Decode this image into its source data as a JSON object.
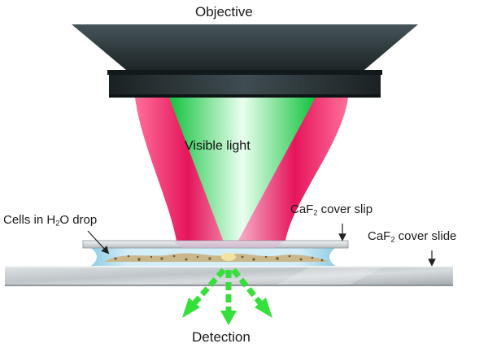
{
  "labels": {
    "objective": "Objective",
    "visible_light": "Visible light",
    "cells_prefix": "Cells in H",
    "cells_sub": "2",
    "cells_suffix": "O drop",
    "cover_slip_prefix": "CaF",
    "cover_slip_sub": "2",
    "cover_slip_suffix": " cover slip",
    "cover_slide_prefix": "CaF",
    "cover_slide_sub": "2",
    "cover_slide_suffix": " cover slide",
    "detection": "Detection"
  },
  "colors": {
    "objective_body": "#2f3a3d",
    "green_beam": "#1fd64a",
    "red_beam": "#e8195f",
    "detection_arrows": "#35e03a",
    "water": "#bfe3f2",
    "cells": "#c9b48a"
  }
}
